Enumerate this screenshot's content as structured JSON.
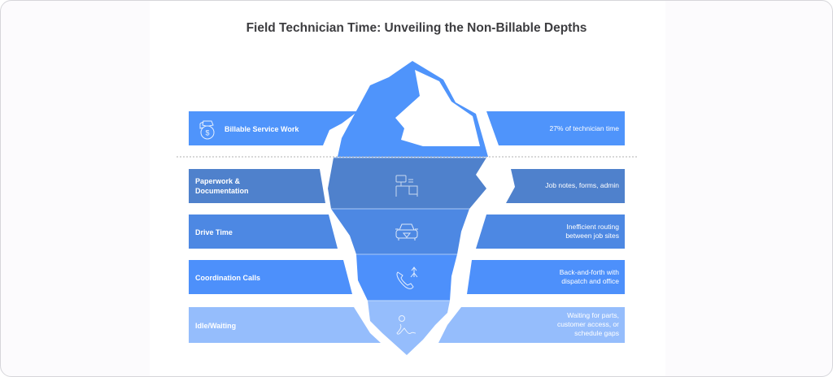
{
  "title": "Field Technician Time: Unveiling the Non-Billable Depths",
  "colors": {
    "billable": "#4f94fb",
    "paperwork": "#4f81cc",
    "drive": "#4d88e3",
    "coordination": "#4d90fb",
    "idle": "#95bdfc",
    "title": "#3d3d40",
    "waterline": "#b0b0b0"
  },
  "above_water": {
    "label": "Billable Service Work",
    "description": "27% of technician time",
    "icon": "money-bag-icon"
  },
  "below_water": [
    {
      "label_line1": "Paperwork &",
      "label_line2": "Documentation",
      "description_line1": "Job notes, forms, admin",
      "description_line2": "",
      "description_line3": "",
      "icon": "desk-computer-icon"
    },
    {
      "label_line1": "Drive Time",
      "label_line2": "",
      "description_line1": "Inefficient routing",
      "description_line2": "between job sites",
      "description_line3": "",
      "icon": "car-icon"
    },
    {
      "label_line1": "Coordination Calls",
      "label_line2": "",
      "description_line1": "Back-and-forth with",
      "description_line2": "dispatch and office",
      "description_line3": "",
      "icon": "phone-call-icon"
    },
    {
      "label_line1": "Idle/Waiting",
      "label_line2": "",
      "description_line1": "Waiting for parts,",
      "description_line2": "customer access, or",
      "description_line3": "schedule gaps",
      "icon": "waiting-person-icon"
    }
  ]
}
